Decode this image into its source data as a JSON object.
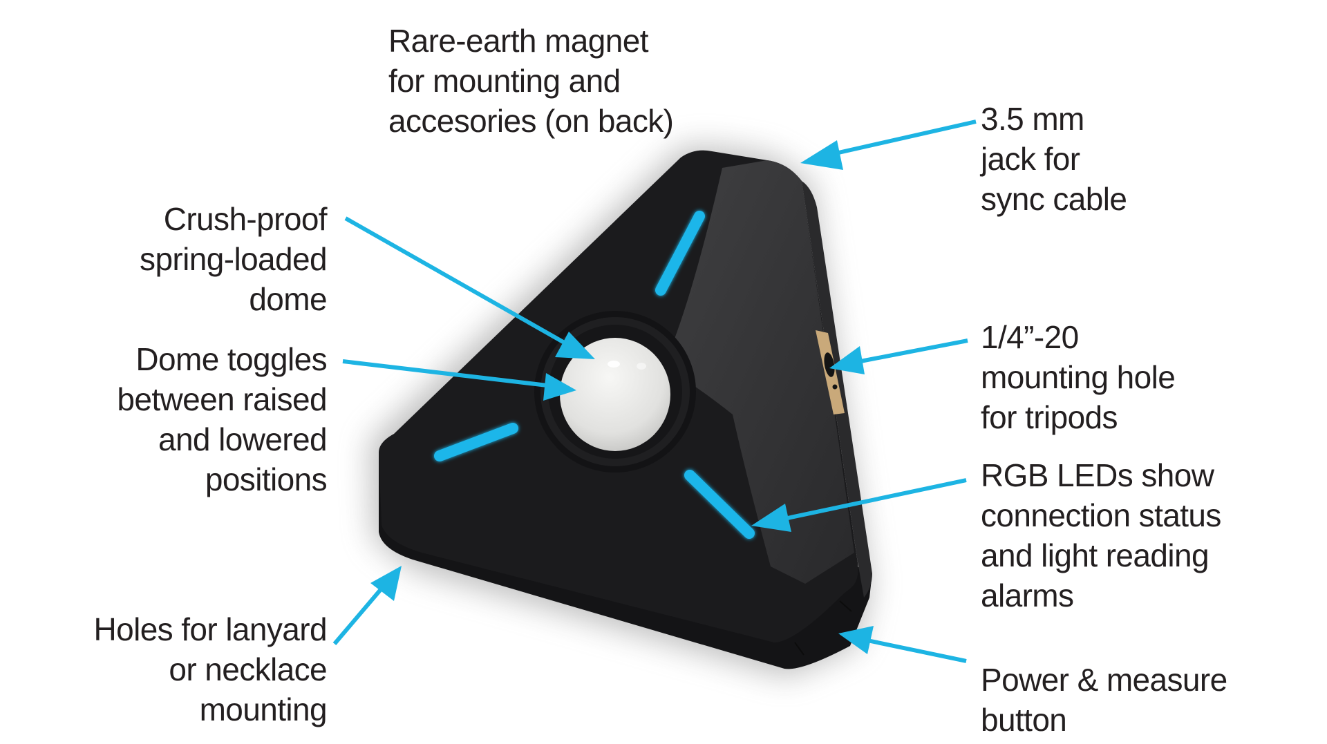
{
  "diagram": {
    "subject": "Triangular light meter device with callouts",
    "accent_color": "#1db4e3",
    "device_colors": {
      "body": "#1b1b1d",
      "right_face": "#39393b",
      "dome": "#e6e6e4",
      "led": "#1fb6ea",
      "tripod_plate": "#c9a97a"
    },
    "callouts": [
      {
        "id": "magnet",
        "lines": [
          "Rare-earth magnet",
          "for mounting and",
          "accesories (on back)"
        ],
        "side": "top"
      },
      {
        "id": "sync-jack",
        "lines": [
          "3.5 mm",
          "jack for",
          "sync cable"
        ],
        "side": "right"
      },
      {
        "id": "dome",
        "lines": [
          "Crush-proof",
          "spring-loaded",
          "dome"
        ],
        "side": "left"
      },
      {
        "id": "dome-toggle",
        "lines": [
          "Dome toggles",
          "between raised",
          "and lowered",
          "positions"
        ],
        "side": "left"
      },
      {
        "id": "tripod-hole",
        "lines": [
          "1/4”-20",
          "mounting hole",
          "for tripods"
        ],
        "side": "right"
      },
      {
        "id": "rgb-leds",
        "lines": [
          "RGB LEDs show",
          "connection status",
          "and light reading",
          "alarms"
        ],
        "side": "right"
      },
      {
        "id": "lanyard",
        "lines": [
          "Holes for lanyard",
          "or necklace",
          "mounting"
        ],
        "side": "left"
      },
      {
        "id": "power-button",
        "lines": [
          "Power & measure",
          "button"
        ],
        "side": "right"
      }
    ]
  }
}
